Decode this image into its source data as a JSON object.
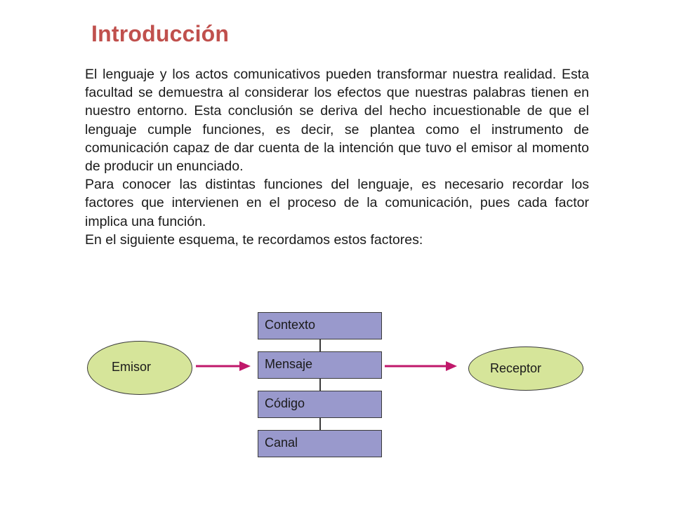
{
  "slide": {
    "title": "Introducción",
    "paragraphs": [
      "El lenguaje y los actos comunicativos pueden transformar nuestra realidad. Esta facultad se demuestra al considerar los efectos que nuestras palabras tienen en nuestro entorno. Esta conclusión se deriva del hecho incuestionable de que el lenguaje cumple funciones, es decir, se plantea como el instrumento de comunicación capaz de dar cuenta de la intención que tuvo el emisor al momento de producir un enunciado.",
      "Para conocer las distintas funciones del lenguaje, es necesario recordar los factores que intervienen en el proceso de la comunicación, pues cada factor implica una función.",
      "En el siguiente esquema, te recordamos estos factores:"
    ]
  },
  "diagram": {
    "sender": "Emisor",
    "receiver": "Receptor",
    "factors": [
      "Contexto",
      "Mensaje",
      "Código",
      "Canal"
    ],
    "colors": {
      "title": "#c0504d",
      "ellipse_fill": "#d6e59a",
      "box_fill": "#9999cc",
      "arrow": "#c0186b"
    }
  }
}
